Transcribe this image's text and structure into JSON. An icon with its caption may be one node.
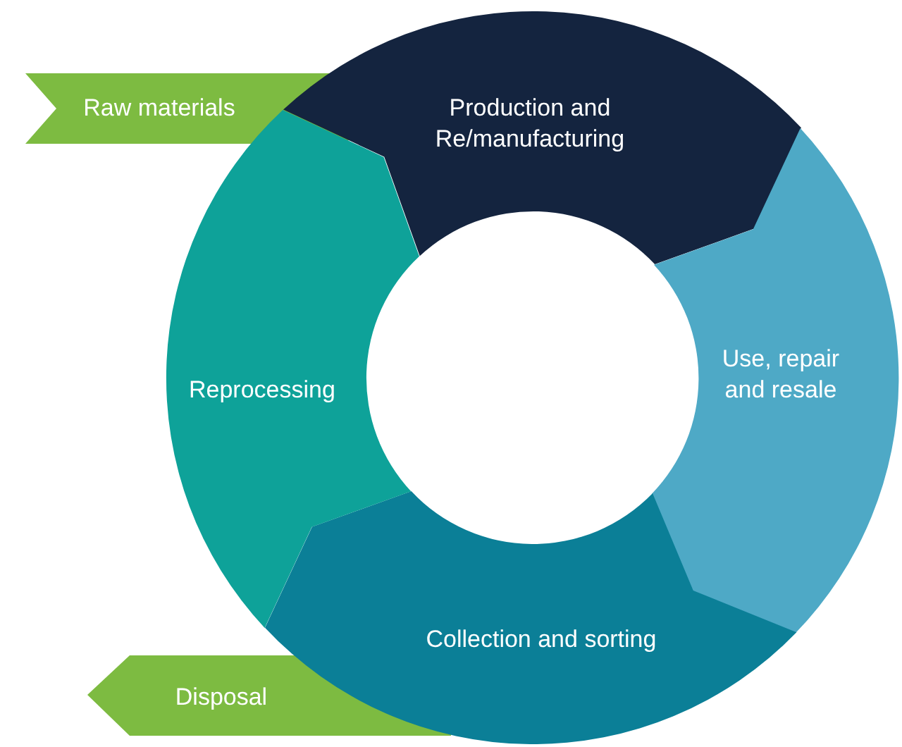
{
  "diagram": {
    "nodes": [
      {
        "text": [
          "Production and Re/manufacturing"
        ]
      },
      {
        "text": [
          "Use, repair and resale"
        ]
      },
      {
        "text": [
          "Collection and sorting"
        ]
      },
      {
        "text": [
          "Reprocessing"
        ]
      },
      {
        "text": [
          "Raw materials"
        ]
      },
      {
        "text": [
          "Disposal"
        ]
      }
    ]
  }
}
